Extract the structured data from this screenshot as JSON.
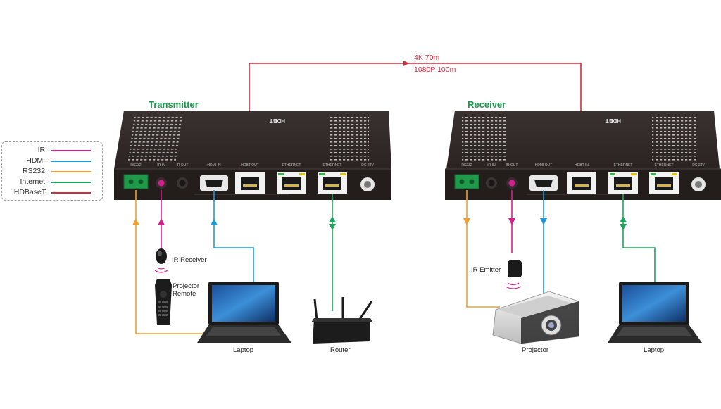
{
  "link": {
    "line1": "4K 70m",
    "line2": "1080P 100m"
  },
  "transmitter": {
    "title": "Transmitter",
    "logo": "HDBT",
    "ports": [
      "RS232",
      "IR IN",
      "IR OUT",
      "HDMI IN",
      "HDBT OUT",
      "ETHERNET",
      "ETHERNET",
      "DC 24V"
    ]
  },
  "receiver": {
    "title": "Receiver",
    "logo": "HDBT",
    "ports": [
      "RS232",
      "IR IN",
      "IR OUT",
      "HDMI OUT",
      "HDBT IN",
      "ETHERNET",
      "ETHERNET",
      "DC 24V"
    ]
  },
  "legend": [
    {
      "name": "IR:",
      "color": "#d6208e"
    },
    {
      "name": "HDMI:",
      "color": "#1e9ad6"
    },
    {
      "name": "RS232:",
      "color": "#f0a030"
    },
    {
      "name": "Internet:",
      "color": "#1ea35a"
    },
    {
      "name": "HDBaseT:",
      "color": "#d32b3b"
    }
  ],
  "devices": {
    "ir_receiver": "IR Receiver",
    "projector_remote_1": "Projector",
    "projector_remote_2": "Remote",
    "laptop_tx": "Laptop",
    "router": "Router",
    "ir_emitter": "IR Emitter",
    "projector": "Projector",
    "laptop_rx": "Laptop"
  }
}
